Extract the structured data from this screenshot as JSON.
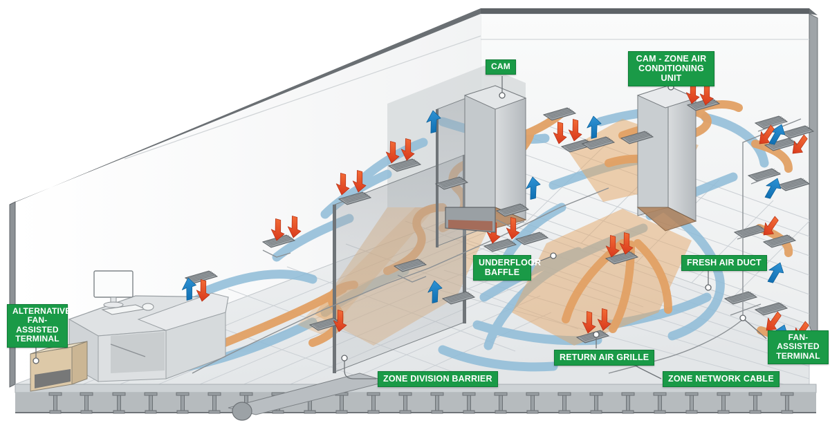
{
  "diagram": {
    "title": "Underfloor Air Conditioning Zone Cutaway",
    "type": "isometric-cutaway-illustration"
  },
  "palette": {
    "label_green": "#1a9a47",
    "label_green_border": "#0e7c36",
    "label_text": "#ffffff",
    "cool_air_blue": "#8fbcd8",
    "cool_arrow_blue": "#1f7fc4",
    "warm_air_orange": "#e9a96b",
    "warm_arrow_red": "#e8512a",
    "floor_light": "#eceff1",
    "floor_grid_line": "#c9ced3",
    "wall_white": "#f7f8f8",
    "wall_shadow": "#c7cbce",
    "structure_grey": "#b9bec2",
    "outline_dark": "#56595c",
    "pedestal_grey": "#9aa0a4",
    "terminal_beige": "#ddc9a8",
    "leader_line": "#6e7377",
    "leader_dot": "#ffffff"
  },
  "callouts": [
    {
      "id": "cam",
      "text": "CAM",
      "leader": "down"
    },
    {
      "id": "cam-zone-unit",
      "text": "CAM - ZONE AIR\nCONDITIONING UNIT",
      "leader": "down"
    },
    {
      "id": "underfloor-baffle",
      "text": "UNDERFLOOR\nBAFFLE",
      "leader": "right"
    },
    {
      "id": "fresh-air-duct",
      "text": "FRESH AIR DUCT",
      "leader": "down"
    },
    {
      "id": "fan-assisted-terminal",
      "text": "FAN-ASSISTED\nTERMINAL",
      "leader": "left"
    },
    {
      "id": "alternative-fan-assisted-terminal",
      "text": "ALTERNATIVE\nFAN-ASSISTED\nTERMINAL",
      "leader": "down"
    },
    {
      "id": "return-air-grille",
      "text": "RETURN AIR GRILLE",
      "leader": "up"
    },
    {
      "id": "zone-division-barrier",
      "text": "ZONE DIVISION BARRIER",
      "leader": "left"
    },
    {
      "id": "zone-network-cable",
      "text": "ZONE NETWORK CABLE",
      "leader": "up-left"
    }
  ],
  "legend_semantics": {
    "blue_arrow_meaning": "cool supply air rising from floor grille",
    "red_arrow_meaning": "warm return air drawn down into floor void",
    "blue_ribbon_meaning": "cool air path above the raised floor",
    "orange_ribbon_meaning": "warm air path within the underfloor plenum"
  },
  "components": {
    "workstation": {
      "items": [
        "monitor",
        "keyboard",
        "mouse",
        "curved-desk"
      ]
    },
    "raised_floor": {
      "pedestal_count": 22,
      "has_underfloor_pipe": true
    },
    "cam_units": 2,
    "glass_partitions": 2
  }
}
